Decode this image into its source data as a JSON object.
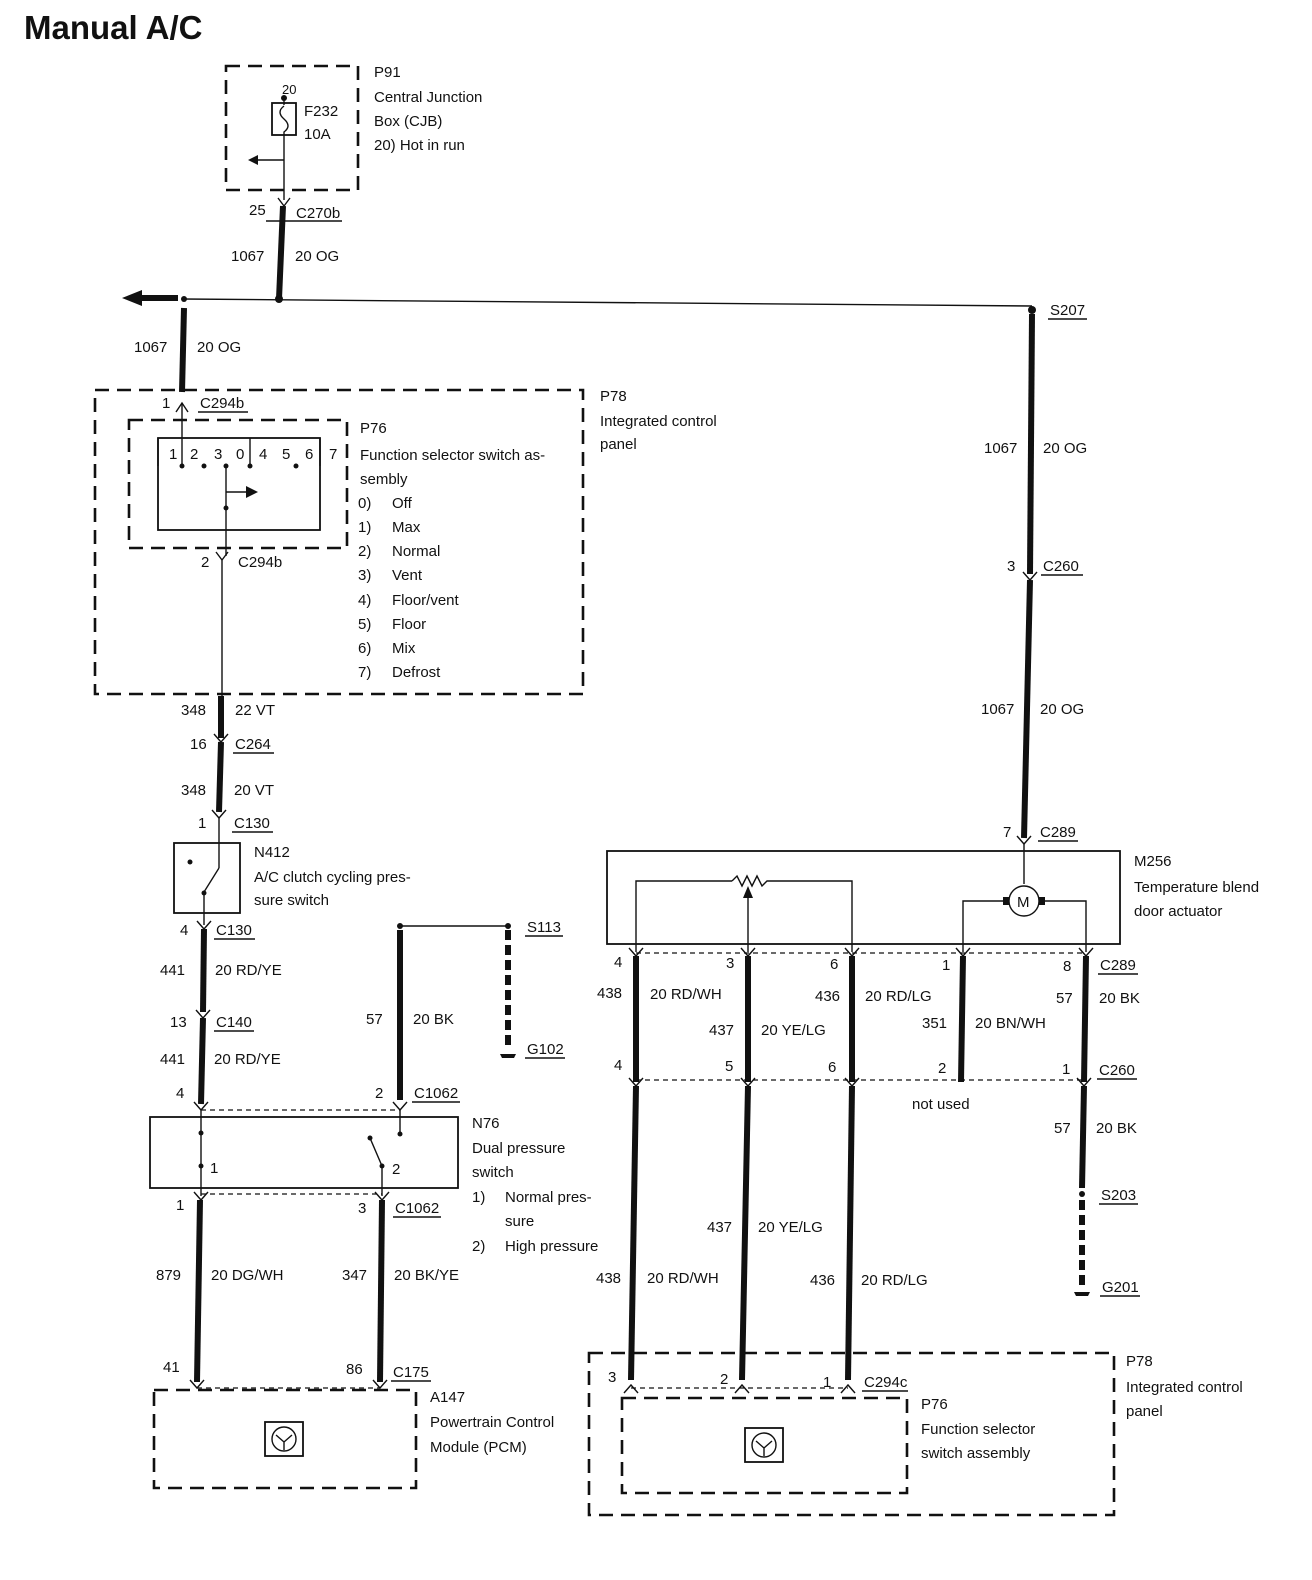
{
  "title": "Manual A/C",
  "p91": {
    "id": "P91",
    "name1": "Central Junction",
    "name2": "Box (CJB)",
    "note": "20)   Hot in run",
    "pin": "20",
    "fuse": "F232",
    "rating": "10A"
  },
  "c270b": {
    "pin": "25",
    "name": "C270b"
  },
  "w_top": {
    "circuit": "1067",
    "gauge": "20 OG"
  },
  "s207": "S207",
  "w_left": {
    "circuit": "1067",
    "gauge": "20 OG"
  },
  "p78a": {
    "id": "P78",
    "name1": "Integrated control",
    "name2": "panel"
  },
  "c294b_top": {
    "pin": "1",
    "name": "C294b"
  },
  "p76a": {
    "id": "P76",
    "name1": "Function selector switch as-",
    "name2": "sembly",
    "positions": [
      {
        "num": "0)",
        "label": "Off"
      },
      {
        "num": "1)",
        "label": "Max"
      },
      {
        "num": "2)",
        "label": "Normal"
      },
      {
        "num": "3)",
        "label": "Vent"
      },
      {
        "num": "4)",
        "label": "Floor/vent"
      },
      {
        "num": "5)",
        "label": "Floor"
      },
      {
        "num": "6)",
        "label": "Mix"
      },
      {
        "num": "7)",
        "label": "Defrost"
      }
    ],
    "terminals": [
      "1",
      "2",
      "3",
      "0",
      "4",
      "5",
      "6",
      "7"
    ]
  },
  "c294b_bot": {
    "pin": "2",
    "name": "C294b"
  },
  "w348a": {
    "circuit": "348",
    "gauge": "22 VT"
  },
  "c264": {
    "pin": "16",
    "name": "C264"
  },
  "w348b": {
    "circuit": "348",
    "gauge": "20 VT"
  },
  "c130a": {
    "pin": "1",
    "name": "C130"
  },
  "n412": {
    "id": "N412",
    "name1": "A/C clutch cycling pres-",
    "name2": "sure switch"
  },
  "c130b": {
    "pin": "4",
    "name": "C130"
  },
  "w441a": {
    "circuit": "441",
    "gauge": "20 RD/YE"
  },
  "c140": {
    "pin": "13",
    "name": "C140"
  },
  "w441b": {
    "circuit": "441",
    "gauge": "20 RD/YE"
  },
  "w57a": {
    "circuit": "57",
    "gauge": "20 BK"
  },
  "s113": "S113",
  "g102": "G102",
  "c1062a": {
    "pin_left": "4",
    "pin_right": "2",
    "name": "C1062"
  },
  "n76": {
    "id": "N76",
    "name1": "Dual pressure",
    "name2": "switch",
    "pos1": "1",
    "pos2": "2",
    "legend": [
      {
        "num": "1)",
        "l1": "Normal pres-",
        "l2": "sure"
      },
      {
        "num": "2)",
        "l1": "High pressure",
        "l2": ""
      }
    ]
  },
  "c1062b": {
    "pin_left": "1",
    "pin_right": "3",
    "name": "C1062"
  },
  "w879": {
    "circuit": "879",
    "gauge": "20 DG/WH"
  },
  "w347": {
    "circuit": "347",
    "gauge": "20 BK/YE"
  },
  "c175": {
    "pin_left": "41",
    "pin_right": "86",
    "name": "C175"
  },
  "a147": {
    "id": "A147",
    "name1": "Powertrain Control",
    "name2": "Module (PCM)"
  },
  "w_right_a": {
    "circuit": "1067",
    "gauge": "20 OG"
  },
  "c260_top": {
    "pin": "3",
    "name": "C260"
  },
  "w_right_b": {
    "circuit": "1067",
    "gauge": "20 OG"
  },
  "c289_top": {
    "pin": "7",
    "name": "C289"
  },
  "m256": {
    "id": "M256",
    "name1": "Temperature blend",
    "name2": "door actuator",
    "motor": "M"
  },
  "c289_row": {
    "pins": [
      "4",
      "3",
      "6",
      "1",
      "8"
    ],
    "name": "C289"
  },
  "upper_wires": [
    {
      "circuit": "438",
      "gauge": "20 RD/WH"
    },
    {
      "circuit": "437",
      "gauge": "20 YE/LG"
    },
    {
      "circuit": "436",
      "gauge": "20 RD/LG"
    },
    {
      "circuit": "351",
      "gauge": "20 BN/WH"
    },
    {
      "circuit": "57",
      "gauge": "20 BK"
    }
  ],
  "c260_row": {
    "pins": [
      "4",
      "5",
      "6",
      "2",
      "1"
    ],
    "name": "C260"
  },
  "not_used": "not used",
  "w57c": {
    "circuit": "57",
    "gauge": "20 BK"
  },
  "s203": "S203",
  "g201": "G201",
  "lower_wires": [
    {
      "circuit": "438",
      "gauge": "20 RD/WH"
    },
    {
      "circuit": "437",
      "gauge": "20 YE/LG"
    },
    {
      "circuit": "436",
      "gauge": "20 RD/LG"
    }
  ],
  "c294c": {
    "pins": [
      "3",
      "2",
      "1"
    ],
    "name": "C294c"
  },
  "p78b": {
    "id": "P78",
    "name1": "Integrated control",
    "name2": "panel"
  },
  "p76b": {
    "id": "P76",
    "name1": "Function selector",
    "name2": "switch assembly"
  }
}
